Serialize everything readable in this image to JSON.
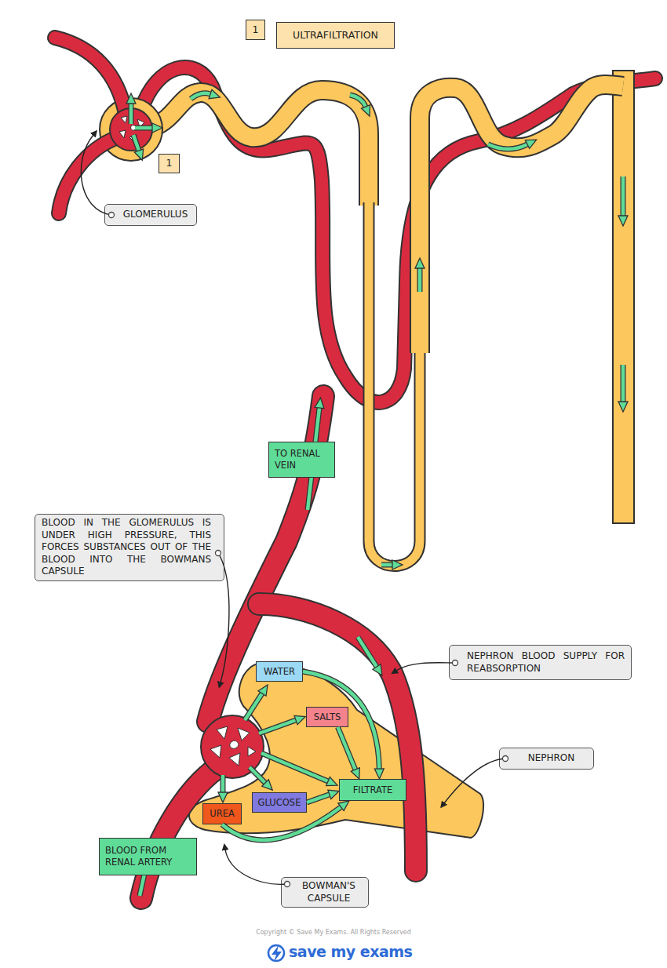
{
  "diagram": {
    "nodes": [
      {
        "text": [
          "1"
        ]
      },
      {
        "text": [
          "ULTRAFILTRATION"
        ]
      },
      {
        "text": [
          "1"
        ]
      },
      {
        "text": [
          "GLOMERULUS"
        ]
      },
      {
        "text": [
          "TO RENAL VEIN"
        ]
      },
      {
        "text": [
          "BLOOD IN THE GLOMERULUS IS UNDER HIGH PRESSURE, THIS FORCES SUBSTANCES OUT OF THE BLOOD INTO THE BOWMANS CAPSULE"
        ]
      },
      {
        "text": [
          "NEPHRON BLOOD SUPPLY FOR REABSORPTION"
        ]
      },
      {
        "text": [
          "WATER"
        ]
      },
      {
        "text": [
          "SALTS"
        ]
      },
      {
        "text": [
          "NEPHRON"
        ]
      },
      {
        "text": [
          "FILTRATE"
        ]
      },
      {
        "text": [
          "GLUCOSE"
        ]
      },
      {
        "text": [
          "UREA"
        ]
      },
      {
        "text": [
          "BLOOD FROM RENAL ARTERY"
        ]
      },
      {
        "text": [
          "BOWMAN'S CAPSULE"
        ]
      }
    ],
    "edges": [
      {
        "from": 7,
        "to": 10,
        "arrow": "to"
      },
      {
        "from": 8,
        "to": 10,
        "arrow": "to"
      },
      {
        "from": 11,
        "to": 10,
        "arrow": "to"
      },
      {
        "from": 12,
        "to": 10,
        "arrow": "to"
      }
    ],
    "labels": [
      "Copyright © Save My Exams. All Rights Reserved",
      "save my exams"
    ]
  }
}
